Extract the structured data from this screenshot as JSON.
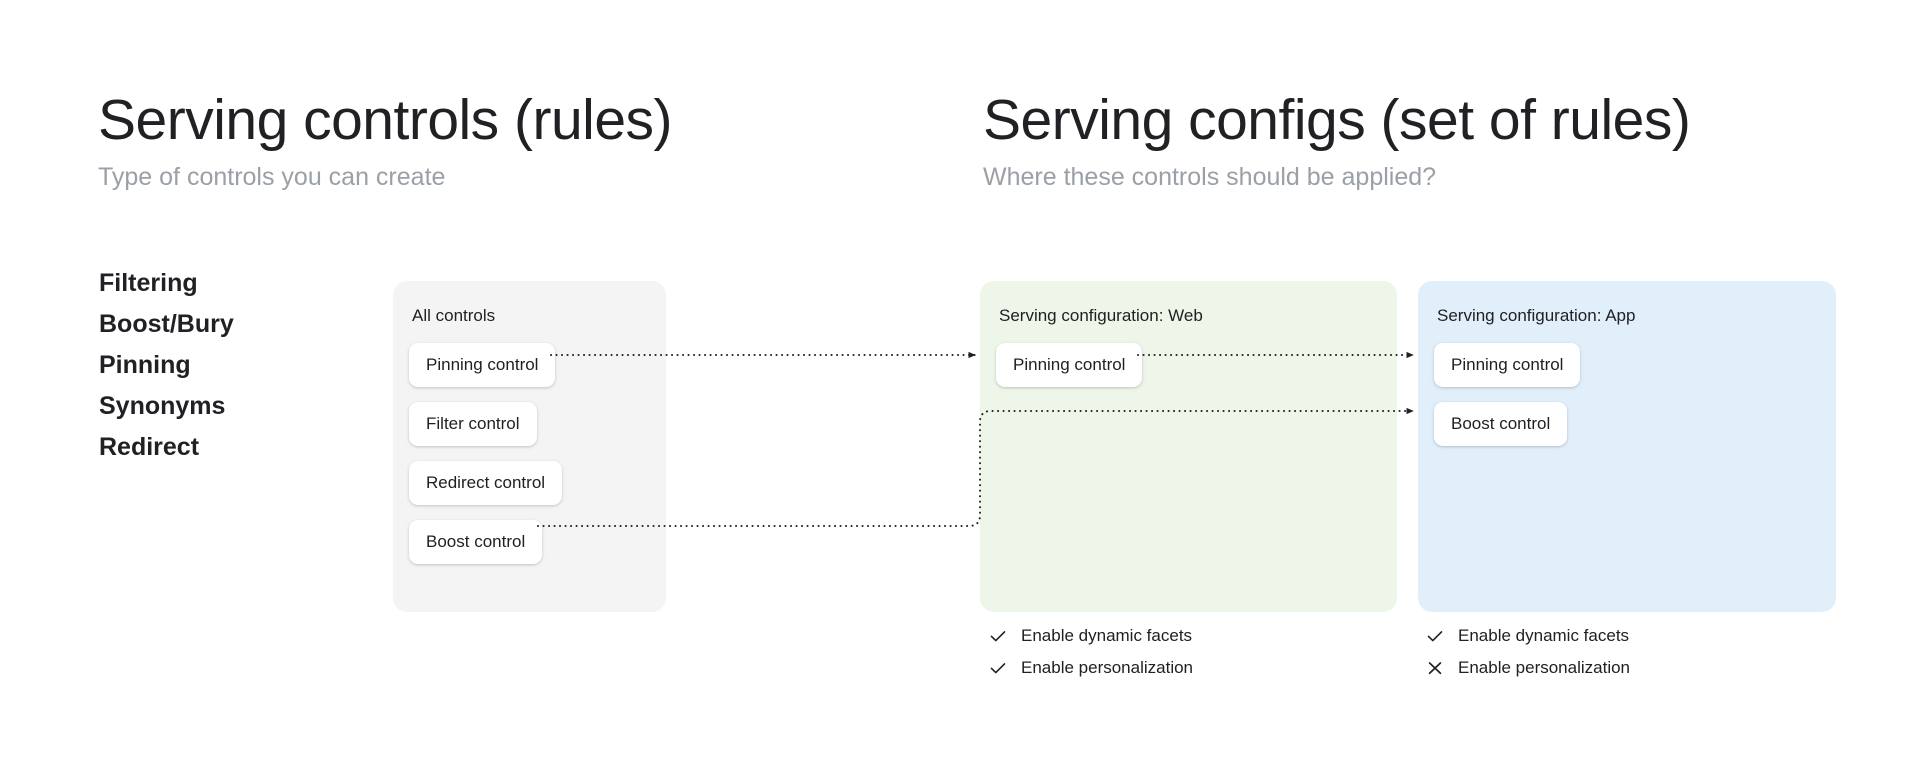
{
  "left_column": {
    "title": "Serving controls (rules)",
    "subtitle": "Type of controls you can create",
    "control_types": [
      {
        "label": "Filtering"
      },
      {
        "label": "Boost/Bury"
      },
      {
        "label": "Pinning"
      },
      {
        "label": "Synonyms"
      },
      {
        "label": "Redirect"
      }
    ]
  },
  "right_column": {
    "title": "Serving configs (set of rules)",
    "subtitle": "Where these controls should be applied?"
  },
  "panels": {
    "all_controls": {
      "title": "All controls",
      "background_color": "#f4f4f4",
      "chips": [
        {
          "label": "Pinning control"
        },
        {
          "label": "Filter control"
        },
        {
          "label": "Redirect control"
        },
        {
          "label": "Boost control"
        }
      ]
    },
    "config_web": {
      "title": "Serving configuration: Web",
      "background_color": "#eef5e9",
      "chips": [
        {
          "label": "Pinning control"
        }
      ],
      "options": [
        {
          "label": "Enable dynamic facets",
          "state": "check"
        },
        {
          "label": "Enable personalization",
          "state": "check"
        }
      ]
    },
    "config_app": {
      "title": "Serving configuration: App",
      "background_color": "#e1effb",
      "chips": [
        {
          "label": "Pinning control"
        },
        {
          "label": "Boost control"
        }
      ],
      "options": [
        {
          "label": "Enable dynamic facets",
          "state": "check"
        },
        {
          "label": "Enable personalization",
          "state": "cross"
        }
      ]
    }
  },
  "connectors": {
    "style": "dotted-arrow",
    "color": "#202124",
    "edges": [
      {
        "from": "all-controls.pinning-control",
        "to": "config-web.pinning-control"
      },
      {
        "from": "config-web.pinning-control",
        "to": "config-app.pinning-control"
      },
      {
        "from": "all-controls.boost-control",
        "to": "config-app.boost-control"
      }
    ]
  }
}
